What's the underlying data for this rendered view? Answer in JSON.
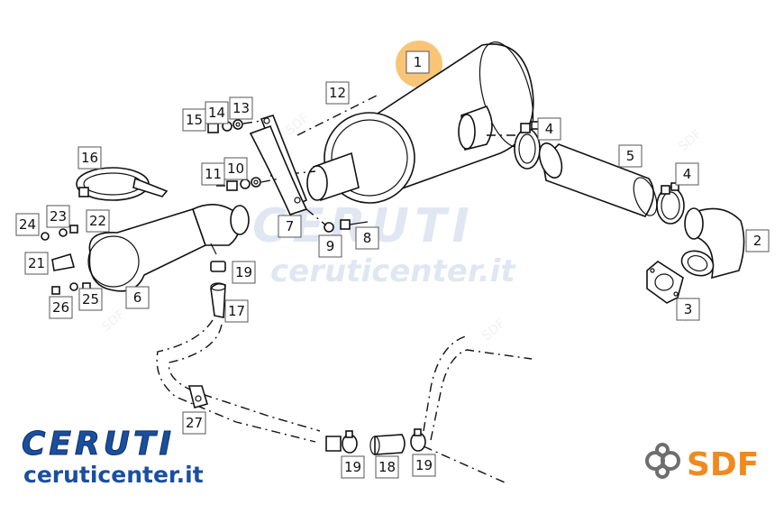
{
  "watermark": {
    "brand": "CERUTI",
    "site": "ceruticenter.it",
    "small_mark": "SDF"
  },
  "footer": {
    "left_brand": "CERUTI",
    "left_site": "ceruticenter.it",
    "right_brand": "SDF"
  },
  "colors": {
    "ceruti_blue": "#1a4f9e",
    "sdf_orange": "#f08a1e",
    "sdf_grey": "#6e6e6e",
    "highlight": "#f5b24a"
  },
  "callouts": [
    {
      "id": "c1",
      "label": "1"
    },
    {
      "id": "c2",
      "label": "2"
    },
    {
      "id": "c3",
      "label": "3"
    },
    {
      "id": "c4a",
      "label": "4"
    },
    {
      "id": "c4b",
      "label": "4"
    },
    {
      "id": "c5",
      "label": "5"
    },
    {
      "id": "c6",
      "label": "6"
    },
    {
      "id": "c7",
      "label": "7"
    },
    {
      "id": "c8",
      "label": "8"
    },
    {
      "id": "c9",
      "label": "9"
    },
    {
      "id": "c10",
      "label": "10"
    },
    {
      "id": "c11",
      "label": "11"
    },
    {
      "id": "c12",
      "label": "12"
    },
    {
      "id": "c13",
      "label": "13"
    },
    {
      "id": "c14",
      "label": "14"
    },
    {
      "id": "c15",
      "label": "15"
    },
    {
      "id": "c16",
      "label": "16"
    },
    {
      "id": "c17",
      "label": "17"
    },
    {
      "id": "c18",
      "label": "18"
    },
    {
      "id": "c19a",
      "label": "19"
    },
    {
      "id": "c19b",
      "label": "19"
    },
    {
      "id": "c19c",
      "label": "19"
    },
    {
      "id": "c21",
      "label": "21"
    },
    {
      "id": "c22",
      "label": "22"
    },
    {
      "id": "c23",
      "label": "23"
    },
    {
      "id": "c24",
      "label": "24"
    },
    {
      "id": "c25",
      "label": "25"
    },
    {
      "id": "c26",
      "label": "26"
    },
    {
      "id": "c27",
      "label": "27"
    }
  ]
}
